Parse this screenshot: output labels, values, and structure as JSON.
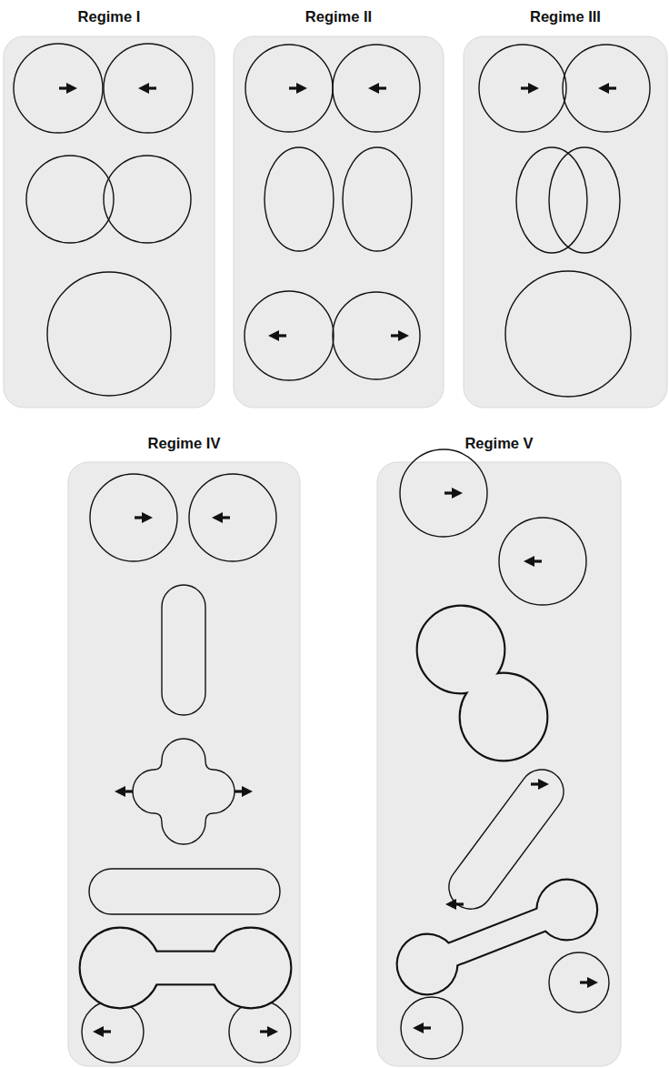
{
  "diagram": {
    "nodes": [
      {
        "text": [
          "Regime I"
        ]
      },
      {
        "text": [
          "Regime II"
        ]
      },
      {
        "text": [
          "Regime III"
        ]
      },
      {
        "text": [
          "Regime IV"
        ]
      },
      {
        "text": [
          "Regime V"
        ]
      }
    ]
  }
}
